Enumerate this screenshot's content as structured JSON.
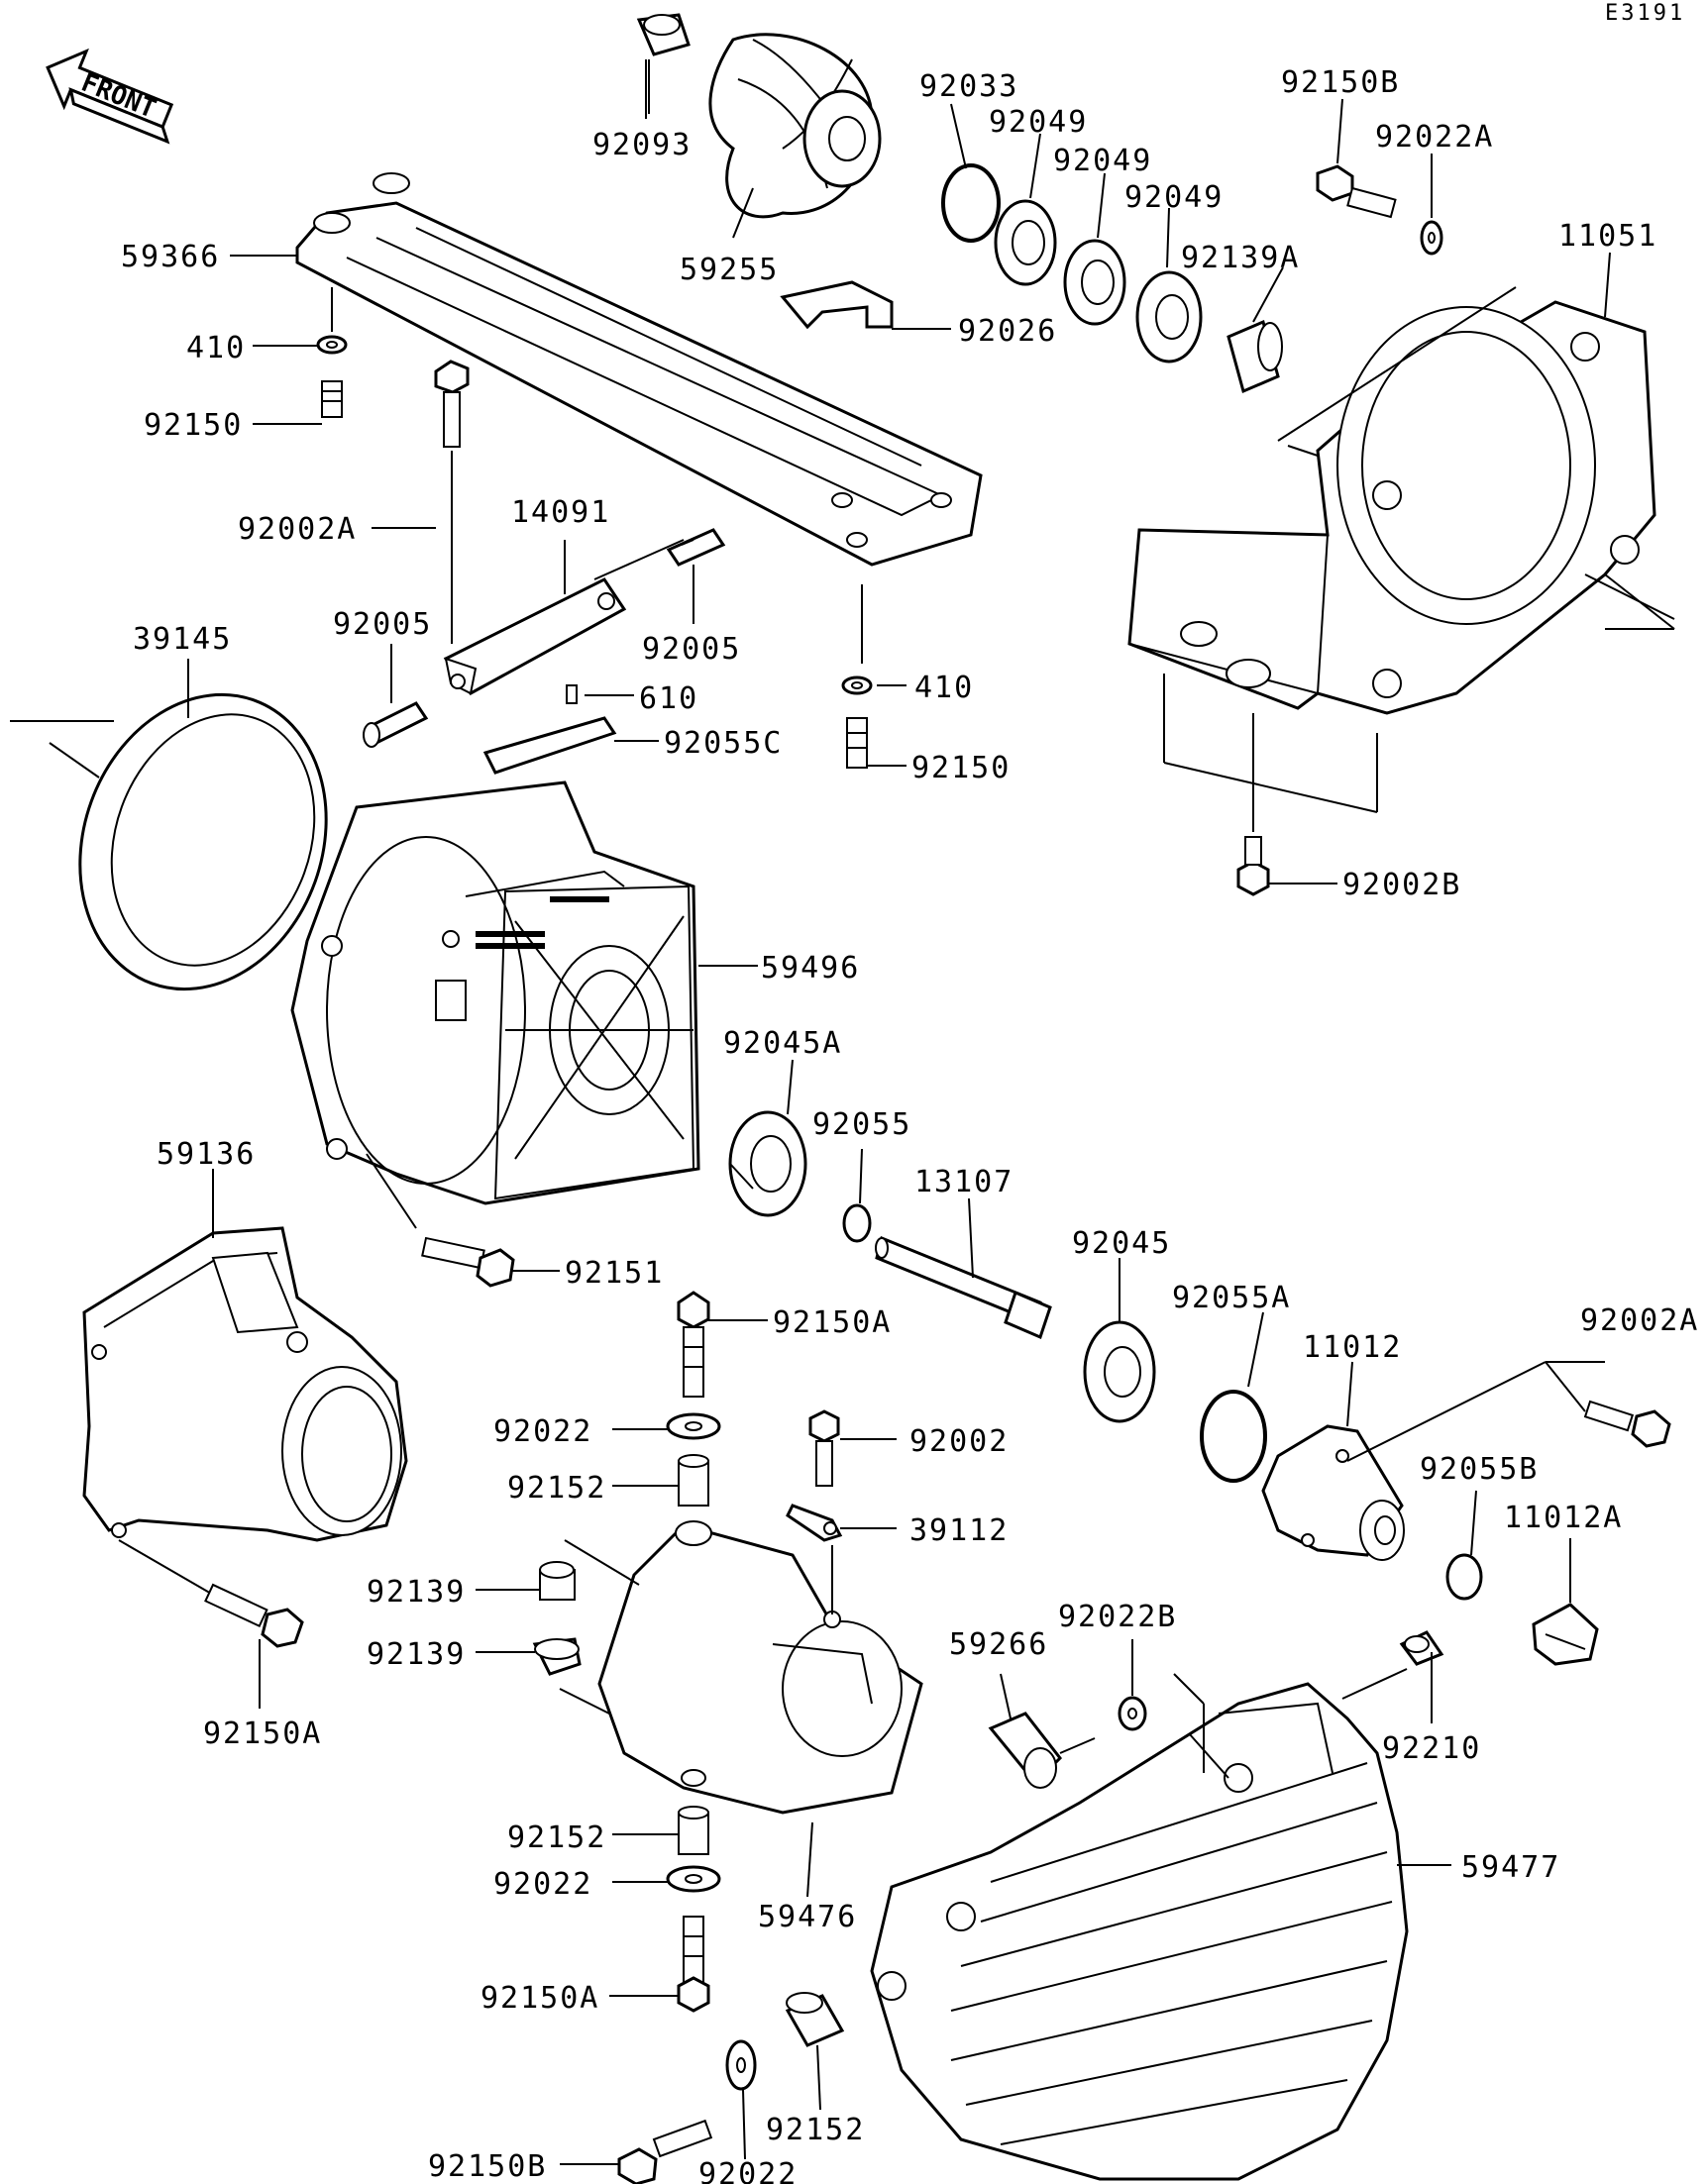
{
  "diagram_code": "E3191",
  "front_arrow_text": "FRONT",
  "labels": {
    "l92093": "92093",
    "l92033": "92033",
    "l92049a": "92049",
    "l92049b": "92049",
    "l92049c": "92049",
    "l92139A": "92139A",
    "l92150B_top": "92150B",
    "l92022A": "92022A",
    "l11051": "11051",
    "l59366": "59366",
    "l59255": "59255",
    "l92026": "92026",
    "l410_top": "410",
    "l92150_top": "92150",
    "l92002A_top": "92002A",
    "l14091": "14091",
    "l92005_left": "92005",
    "l92005_right": "92005",
    "l610": "610",
    "l410_mid": "410",
    "l92055C": "92055C",
    "l92150_mid": "92150",
    "l39145": "39145",
    "l92002B": "92002B",
    "l59496": "59496",
    "l92045A": "92045A",
    "l92055": "92055",
    "l59136": "59136",
    "l13107": "13107",
    "l92045": "92045",
    "l92151": "92151",
    "l92150A_mid": "92150A",
    "l92055A": "92055A",
    "l11012": "11012",
    "l92002A_right": "92002A",
    "l92022_a": "92022",
    "l92002": "92002",
    "l92152_a": "92152",
    "l39112": "39112",
    "l92055B": "92055B",
    "l11012A": "11012A",
    "l92139_a": "92139",
    "l92139_b": "92139",
    "l92022B": "92022B",
    "l59266": "59266",
    "l92150A_left": "92150A",
    "l92210": "92210",
    "l92152_b": "92152",
    "l59477": "59477",
    "l92022_b": "92022",
    "l59476": "59476",
    "l92150A_bottom": "92150A",
    "l92150B_bottom": "92150B",
    "l92152_c": "92152",
    "l92022_c": "92022"
  }
}
